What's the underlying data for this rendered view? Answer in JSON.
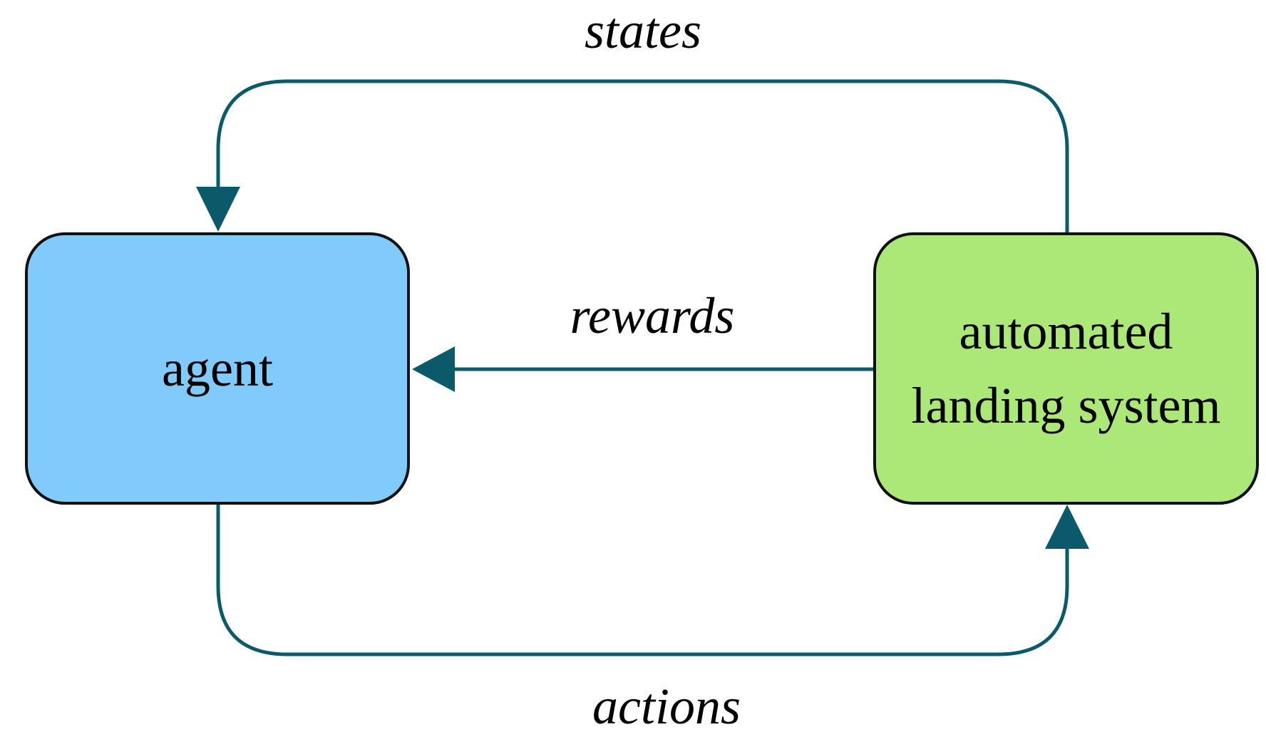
{
  "nodes": {
    "agent": {
      "label": "agent",
      "color": "#80cbfb"
    },
    "environment": {
      "line1": "automated",
      "line2": "landing system",
      "color": "#abe878"
    }
  },
  "edges": {
    "states": {
      "label": "states",
      "from": "automated landing system",
      "to": "agent"
    },
    "rewards": {
      "label": "rewards",
      "from": "automated landing system",
      "to": "agent"
    },
    "actions": {
      "label": "actions",
      "from": "agent",
      "to": "automated landing system"
    }
  },
  "colors": {
    "arrow": "#0a5a6b",
    "border": "#111111",
    "background": "#ffffff"
  }
}
